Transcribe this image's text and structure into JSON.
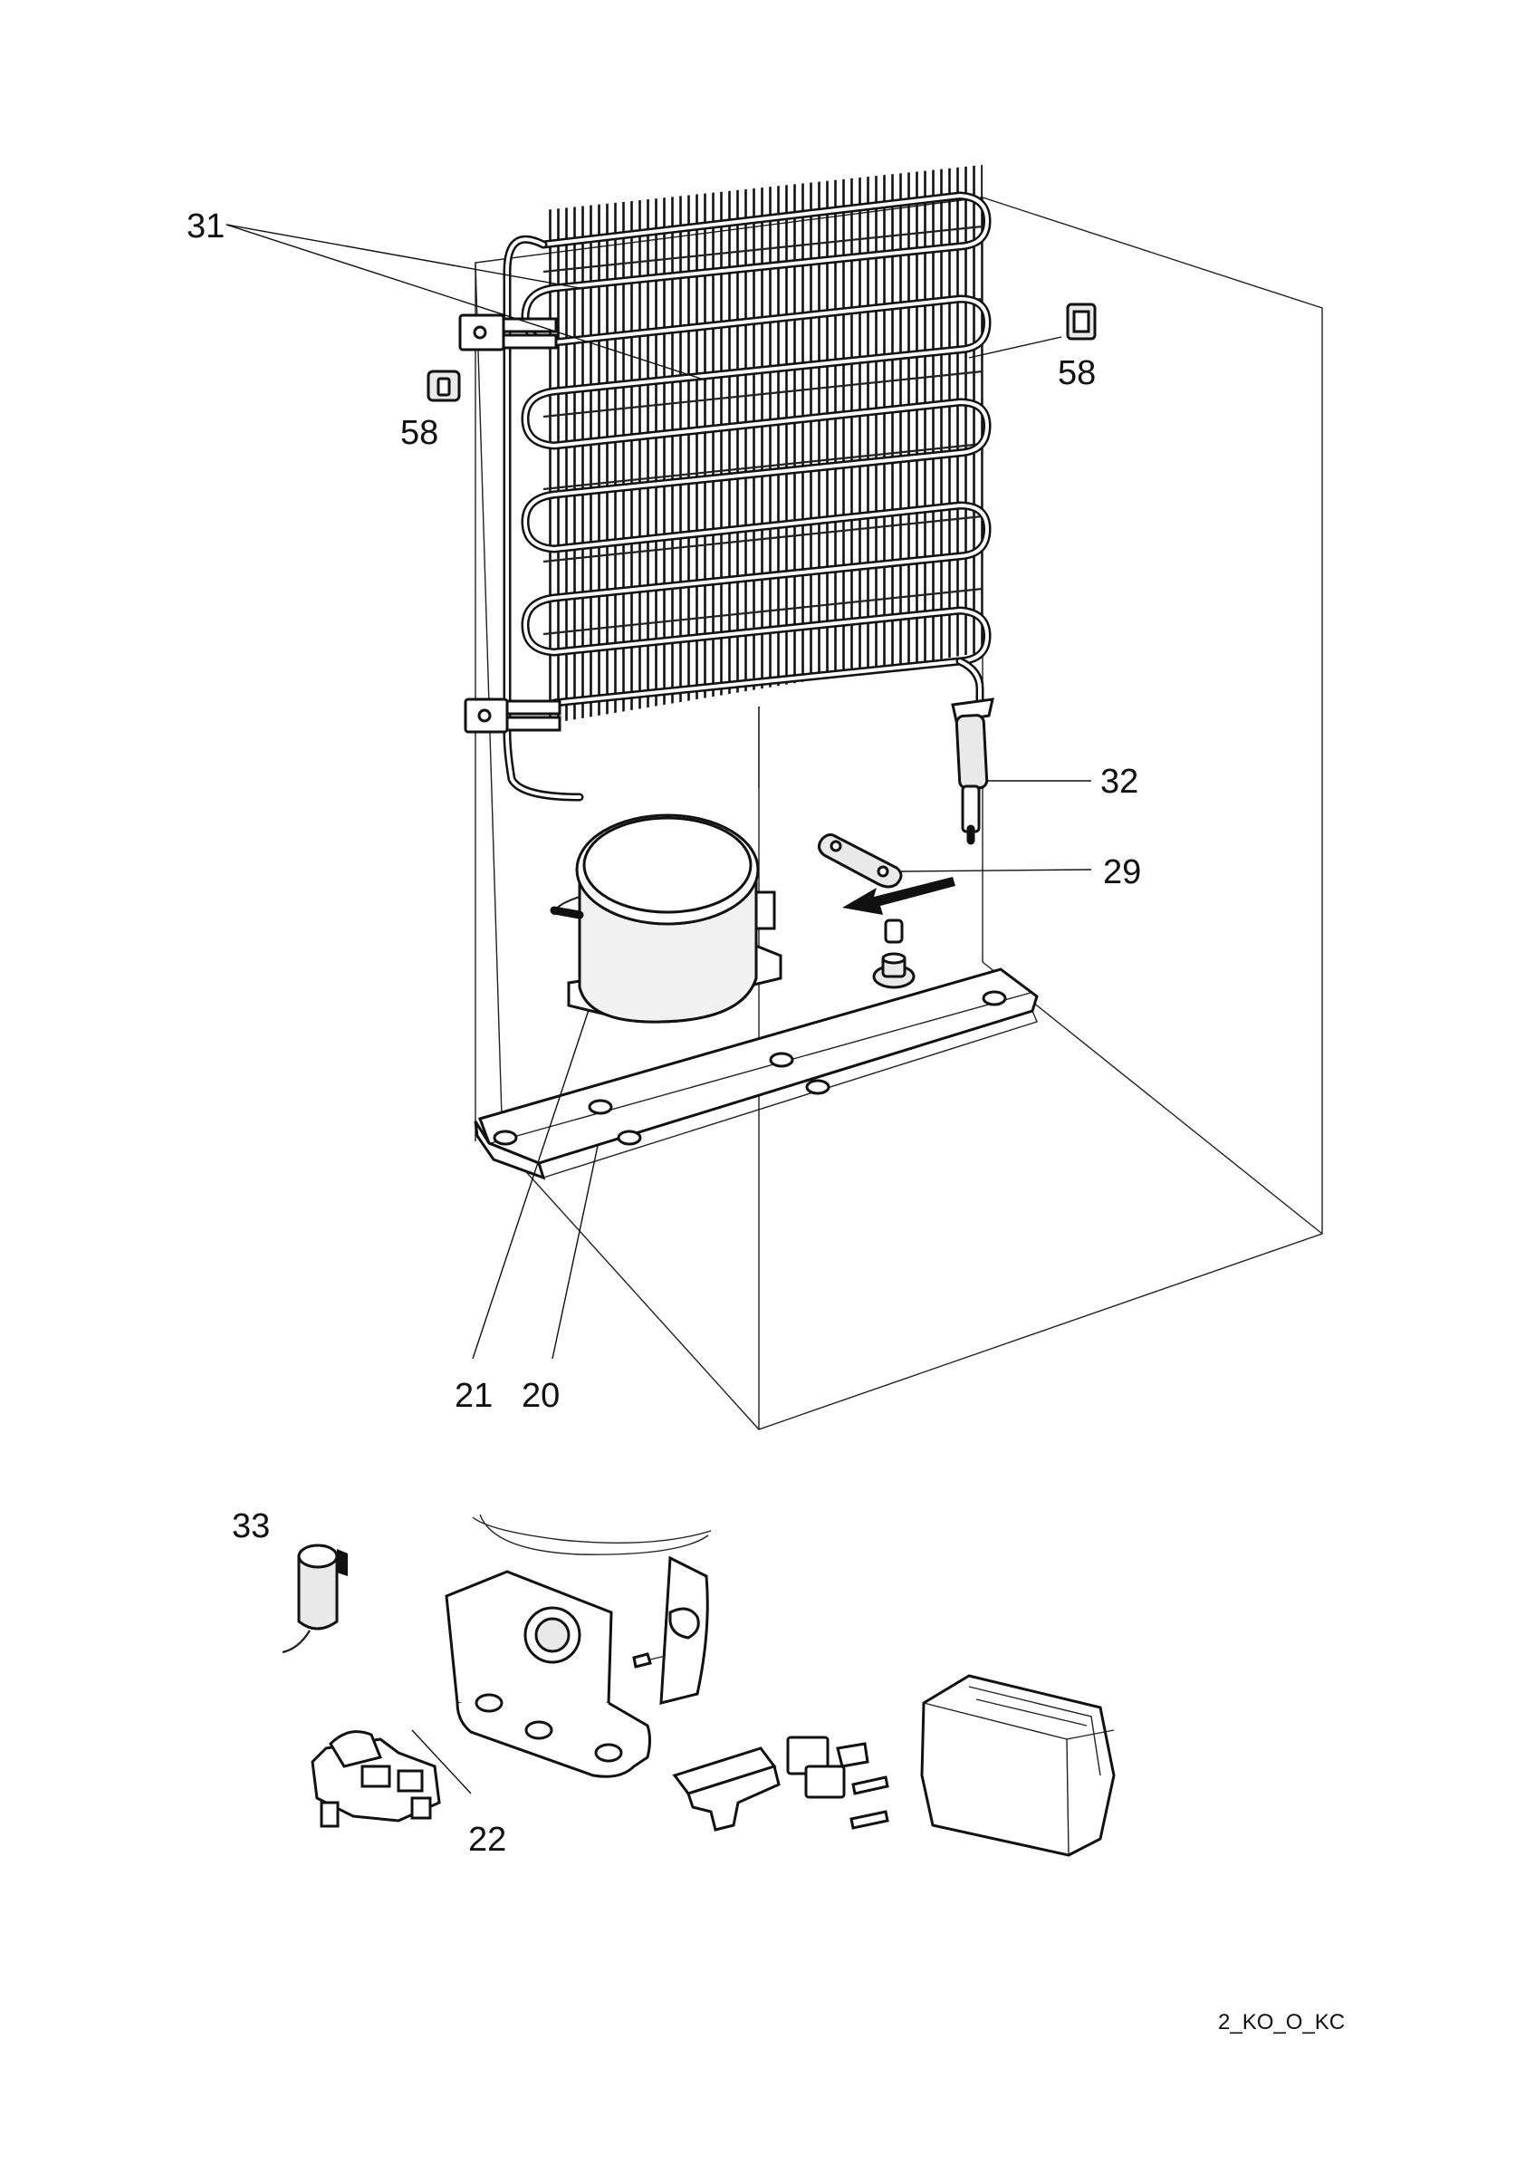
{
  "diagram": {
    "callouts": [
      {
        "id": "31a",
        "text": "31"
      },
      {
        "id": "58a",
        "text": "58"
      },
      {
        "id": "58b",
        "text": "58"
      },
      {
        "id": "32",
        "text": "32"
      },
      {
        "id": "29",
        "text": "29"
      },
      {
        "id": "21",
        "text": "21"
      },
      {
        "id": "20",
        "text": "20"
      },
      {
        "id": "33",
        "text": "33"
      },
      {
        "id": "22",
        "text": "22"
      }
    ],
    "drawing_code": "2_KO_O_KC"
  }
}
